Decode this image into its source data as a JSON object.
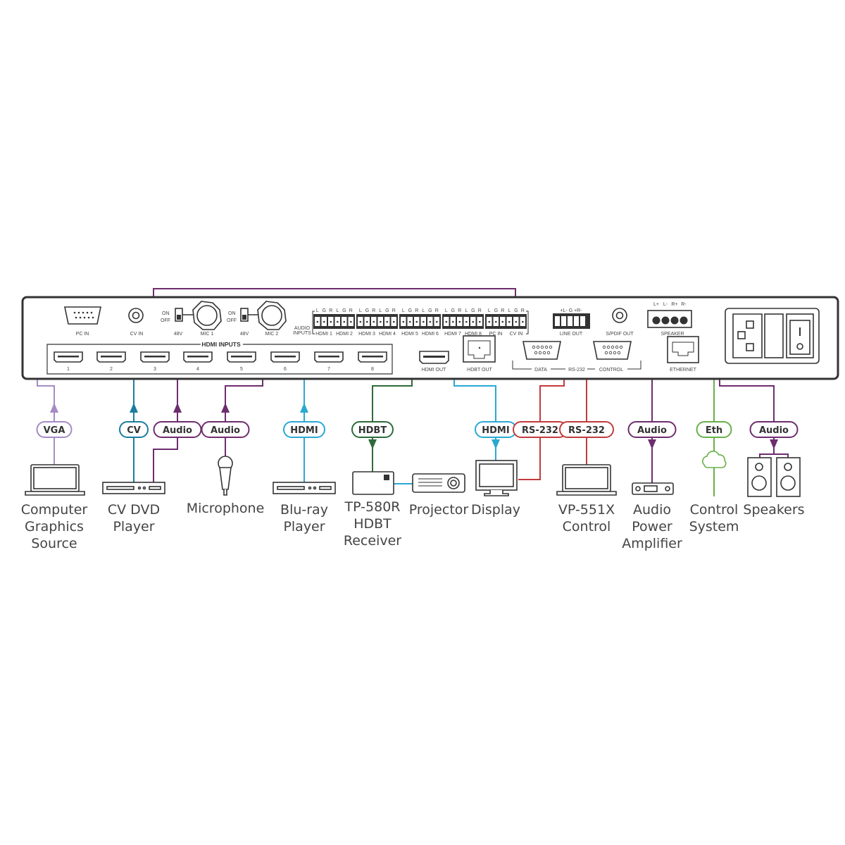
{
  "colors": {
    "vga": "#a68bc6",
    "cv": "#1b7d9e",
    "audio": "#6e2d6e",
    "hdmi": "#2aa9d2",
    "hdbt": "#2e6b3a",
    "rs232": "#c23b3d",
    "eth": "#69b04a",
    "panel": "#333333"
  },
  "panel": {
    "pc_in": "PC IN",
    "cv_in": "CV IN",
    "mic1": {
      "on": "ON",
      "off": "OFF",
      "v": "48V",
      "label": "MIC 1"
    },
    "mic2": {
      "on": "ON",
      "off": "OFF",
      "v": "48V",
      "label": "MIC 2"
    },
    "hdmi_inputs_title": "HDMI INPUTS",
    "hdmi_inputs": [
      "1",
      "2",
      "3",
      "4",
      "5",
      "6",
      "7",
      "8"
    ],
    "audio_inputs_label": "AUDIO INPUTS",
    "audio_pins": [
      "L",
      "G",
      "R",
      "L",
      "G",
      "R"
    ],
    "audio_blocks": [
      [
        "HDMI 1",
        "HDMI 2"
      ],
      [
        "HDMI 3",
        "HDMI 4"
      ],
      [
        "HDMI 5",
        "HDMI 6"
      ],
      [
        "HDMI 7",
        "HDMI 8"
      ],
      [
        "PC IN",
        "CV IN"
      ]
    ],
    "hdmi_out": "HDMI OUT",
    "hdbt_out": "HDBT OUT",
    "line_out": "LINE OUT",
    "line_out_pins": "+L-  G  +R-",
    "spdif_out": "S/PDIF OUT",
    "rs232": {
      "data": "DATA",
      "group": "RS-232",
      "control": "CONTROL"
    },
    "speaker": "SPEAKER",
    "speaker_pins": [
      "L+",
      "L-",
      "R+",
      "R-"
    ],
    "ethernet": "ETHERNET"
  },
  "connections": [
    {
      "label": "VGA",
      "device": [
        "Computer",
        "Graphics",
        "Source"
      ]
    },
    {
      "label": "CV",
      "device": [
        "CV DVD",
        "Player"
      ]
    },
    {
      "label": "Audio",
      "device": []
    },
    {
      "label": "Audio",
      "device": [
        "Microphone"
      ]
    },
    {
      "label": "HDMI",
      "device": [
        "Blu-ray",
        "Player"
      ]
    },
    {
      "label": "HDBT",
      "device": [
        "TP-580R",
        "HDBT",
        "Receiver"
      ]
    },
    {
      "label": "",
      "device": [
        "Projector"
      ]
    },
    {
      "label": "HDMI",
      "device": [
        "Display"
      ]
    },
    {
      "label": "RS-232",
      "device": []
    },
    {
      "label": "RS-232",
      "device": [
        "VP-551X",
        "Control"
      ]
    },
    {
      "label": "Audio",
      "device": [
        "Audio",
        "Power",
        "Amplifier"
      ]
    },
    {
      "label": "Eth",
      "device": [
        "Control",
        "System"
      ]
    },
    {
      "label": "Audio",
      "device": [
        "Speakers"
      ]
    }
  ]
}
